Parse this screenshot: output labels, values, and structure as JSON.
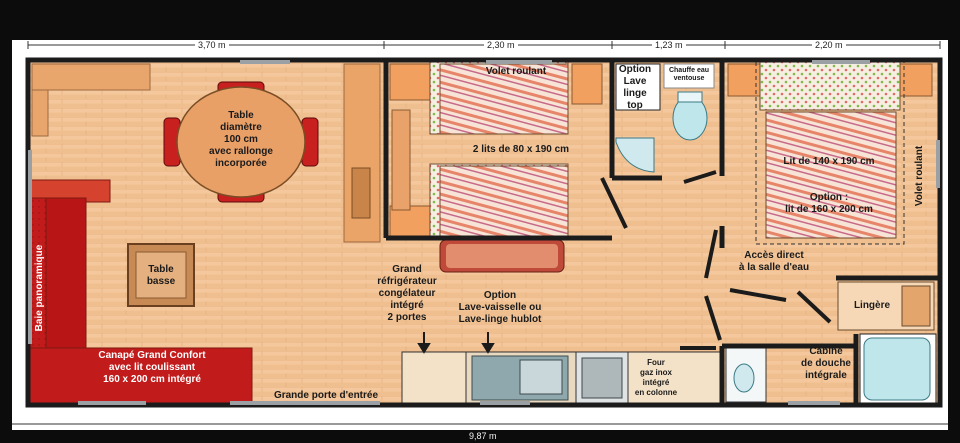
{
  "dimensions": {
    "top": [
      "3,70 m",
      "2,30 m",
      "1,23 m",
      "2,20 m"
    ],
    "total": "9,87 m"
  },
  "labels": {
    "table": "Table\ndiamètre\n100 cm\navec rallonge\nincorporée",
    "table_basse": "Table\nbasse",
    "baie": "Baie panoramique",
    "canape": "Canapé Grand Confort\navec lit coulissant\n160 x 200 cm intégré",
    "porte": "Grande porte d'entrée",
    "volet_roulant_1": "Volet roulant",
    "lits": "2 lits de 80 x 190 cm",
    "option_lave_linge": "Option\nLave\nlinge\ntop",
    "chauffe_eau": "Chauffe eau\nventouse",
    "lit_140": "Lit de 140 x 190 cm",
    "option_lit": "Option :\nlit de 160 x 200 cm",
    "volet_roulant_2": "Volet roulant",
    "refrigerateur": "Grand\nréfrigérateur\ncongélateur\nintégré\n2 portes",
    "option_lave_vaisselle": "Option\nLave-vaisselle ou\nLave-linge hublot",
    "four": "Four\ngaz inox\nintégré\nen colonne",
    "acces": "Accès direct\nà la salle d'eau",
    "lingere": "Lingère",
    "cabine": "Cabine\nde douche\nintégrale"
  },
  "colors": {
    "wall": "#1b1b1b",
    "floor": "#f3c79b",
    "sofa": "#c41c1c",
    "bed_stripe": "#e7856a"
  }
}
